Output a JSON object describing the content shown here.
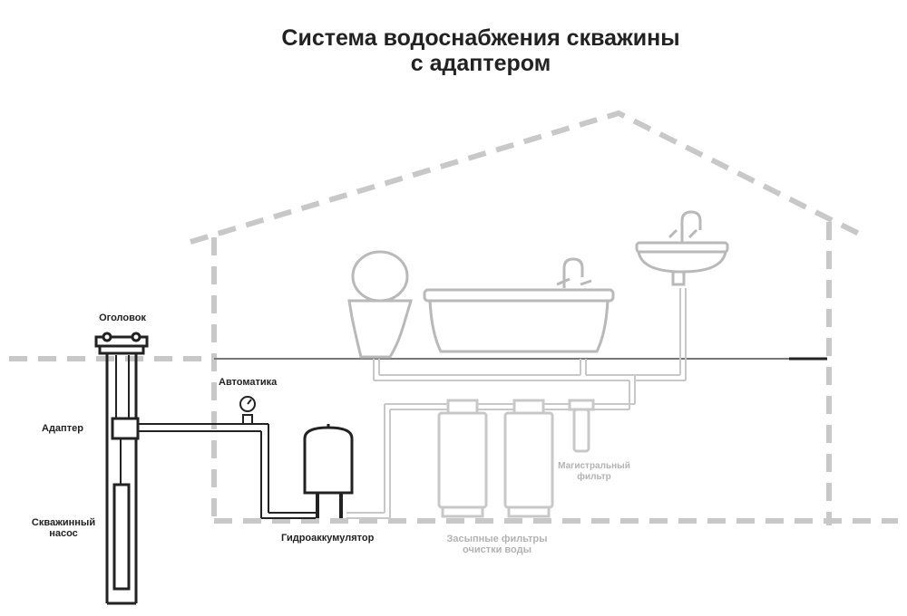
{
  "title": {
    "line1": "Система водоснабжения скважины",
    "line2": "с адаптером"
  },
  "labels": {
    "wellhead": "Оголовок",
    "adapter": "Адаптер",
    "pump_line1": "Скважинный",
    "pump_line2": "насос",
    "automation": "Автоматика",
    "accumulator": "Гидроаккумулятор",
    "main_filter_line1": "Магистральный",
    "main_filter_line2": "фильтр",
    "backfill_filters_line1": "Засыпные фильтры",
    "backfill_filters_line2": "очистки воды"
  },
  "colors": {
    "dashed_outline": "#c8c8c8",
    "fixtures": "#b9b9b9",
    "pipes_house": "#c8c8c8",
    "pipes_dark": "#222222",
    "faded_label": "#b3b3b3"
  }
}
